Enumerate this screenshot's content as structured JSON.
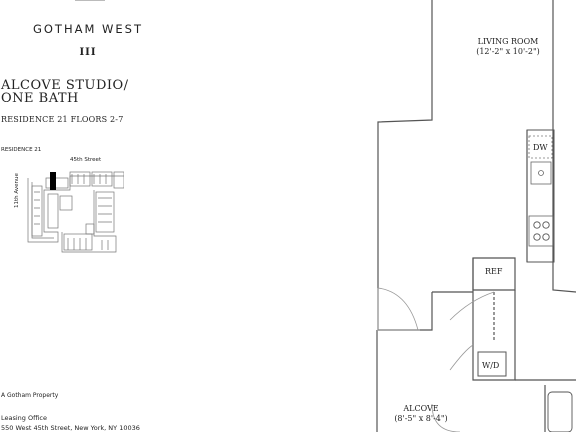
{
  "brand": {
    "name": "GOTHAM WEST",
    "mark": "III"
  },
  "unit": {
    "type_line1": "ALCOVE STUDIO/",
    "type_line2": "ONE BATH",
    "residence": "RESIDENCE 21 FLOORS 2-7"
  },
  "key_plan": {
    "label": "RESIDENCE 21",
    "street": "45th Street",
    "avenue": "11th Avenue"
  },
  "floorplan": {
    "living_room": {
      "name": "LIVING ROOM",
      "dims": "(12'-2\" x 10'-2\")"
    },
    "alcove": {
      "name": "ALCOVE",
      "dims": "(8'-5\" x 8'-4\")"
    },
    "dw": "DW",
    "ref": "REF",
    "wd": "W/D"
  },
  "footer": {
    "property": "A Gotham Property",
    "office_title": "Leasing Office",
    "address": "550 West 45th Street, New York, NY 10036"
  }
}
